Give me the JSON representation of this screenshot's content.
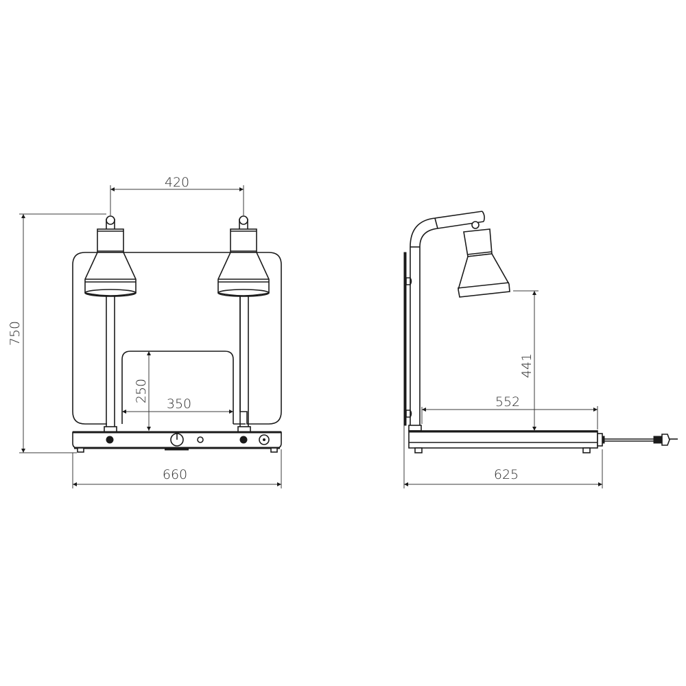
{
  "drawing": {
    "type": "technical-dimension-drawing",
    "subject": "double heat lamp food warmer",
    "units": "mm",
    "line_color": "#1a1a1a",
    "background": "#ffffff"
  },
  "front_view": {
    "label": "front-view",
    "dimensions": {
      "lamp_spacing": "420",
      "overall_height": "750",
      "opening_height": "250",
      "opening_width": "350",
      "overall_width": "660"
    },
    "controls": [
      "switch-left",
      "thermostat-dial",
      "indicator-light",
      "switch-right",
      "power-socket"
    ]
  },
  "side_view": {
    "label": "side-view",
    "dimensions": {
      "lamp_height": "441",
      "usable_depth": "552",
      "overall_depth": "625"
    },
    "accessories": [
      "power-cord",
      "plug"
    ]
  }
}
